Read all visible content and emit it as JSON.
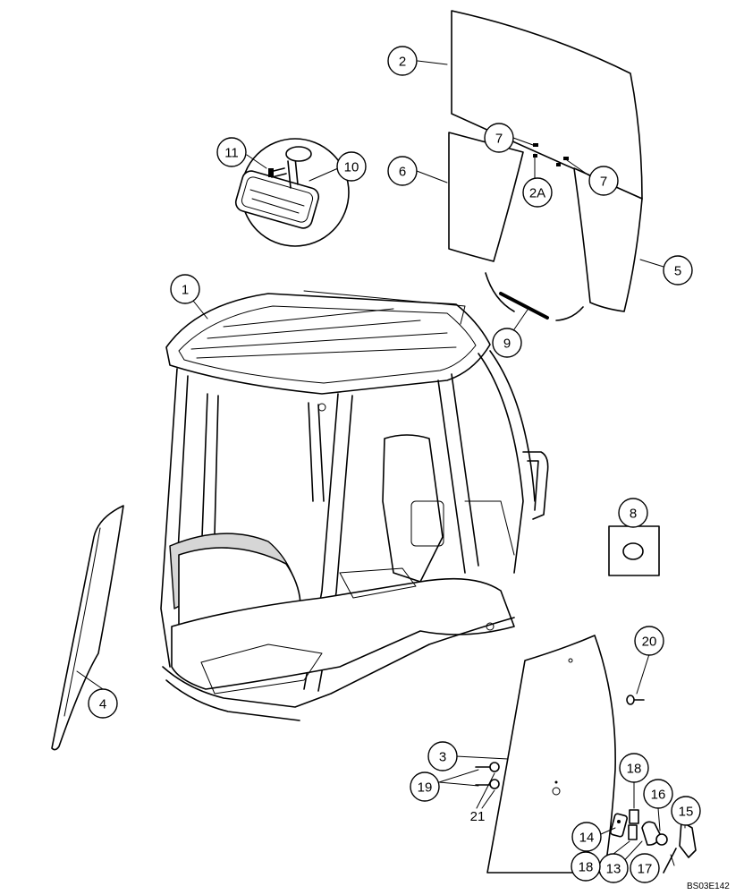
{
  "diagram": {
    "reference_code": "BS03E142",
    "callouts": [
      {
        "id": "callout-1",
        "label": "1"
      },
      {
        "id": "callout-2",
        "label": "2"
      },
      {
        "id": "callout-2a",
        "label": "2A"
      },
      {
        "id": "callout-3",
        "label": "3"
      },
      {
        "id": "callout-4",
        "label": "4"
      },
      {
        "id": "callout-5",
        "label": "5"
      },
      {
        "id": "callout-6",
        "label": "6"
      },
      {
        "id": "callout-7a",
        "label": "7"
      },
      {
        "id": "callout-7b",
        "label": "7"
      },
      {
        "id": "callout-8",
        "label": "8"
      },
      {
        "id": "callout-9",
        "label": "9"
      },
      {
        "id": "callout-10",
        "label": "10"
      },
      {
        "id": "callout-11",
        "label": "11"
      },
      {
        "id": "callout-13",
        "label": "13"
      },
      {
        "id": "callout-14",
        "label": "14"
      },
      {
        "id": "callout-15",
        "label": "15"
      },
      {
        "id": "callout-16",
        "label": "16"
      },
      {
        "id": "callout-17",
        "label": "17"
      },
      {
        "id": "callout-18a",
        "label": "18"
      },
      {
        "id": "callout-18b",
        "label": "18"
      },
      {
        "id": "callout-19",
        "label": "19"
      },
      {
        "id": "callout-20",
        "label": "20"
      }
    ],
    "plain_labels": [
      {
        "id": "label-21",
        "label": "21"
      }
    ]
  }
}
